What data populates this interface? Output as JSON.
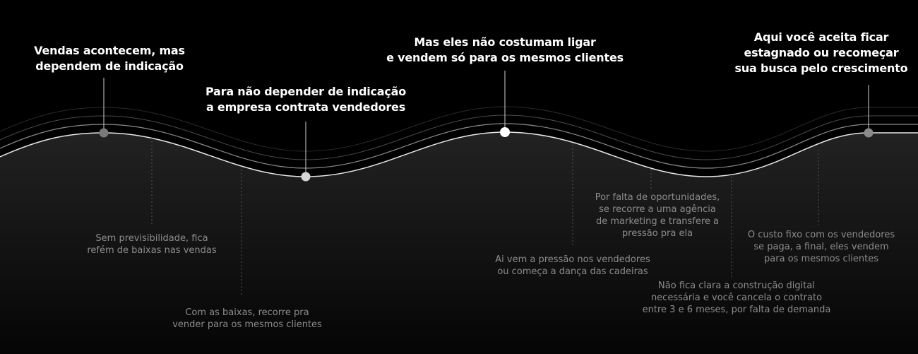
{
  "milestones": [
    {
      "title": "Vendas acontecem, mas\ndependem de indicação"
    },
    {
      "title": "Para não depender de indicação\na empresa contrata vendedores"
    },
    {
      "title": "Mas eles não costumam ligar\ne vendem só para os mesmos clientes"
    },
    {
      "title": "Aqui você aceita ficar\nestagnado ou recomeçar\nsua busca pelo crescimento"
    }
  ],
  "notes": [
    {
      "text": "Sem previsibilidade, fica\nrefém de baixas nas vendas"
    },
    {
      "text": "Com as baixas, recorre pra\nvender para os mesmos clientes"
    },
    {
      "text": "Ai vem a pressão nos vendedores\nou começa a dança das cadeiras"
    },
    {
      "text": "Por falta de oportunidades,\nse recorre a uma agência\nde marketing e transfere a\npressão pra ela"
    },
    {
      "text": "Não fica clara a construção digital\nnecessária e você cancela o contrato\nentre 3 e 6 meses, por falta de demanda"
    },
    {
      "text": "O custo fixo com os vendedores\nse paga, a final, eles vendem\npara os mesmos clientes"
    }
  ],
  "colors": {
    "background": "#000000",
    "line": "#ffffff",
    "note_text": "#8c8c8c"
  }
}
